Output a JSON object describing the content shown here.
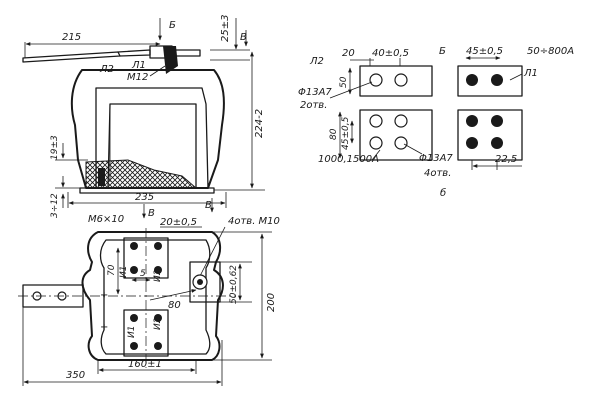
{
  "front": {
    "d215": "215",
    "sec_b": "Б",
    "d25": "25±3",
    "d_b": "В",
    "l2": "Л2",
    "l1": "Л1",
    "m12": "М12",
    "d224": "224-2",
    "d19": "19±3",
    "d3": "3÷12",
    "d235": "235"
  },
  "plan": {
    "sec_b_left": "В",
    "sec_b_right": "В",
    "d_m6": "М6×10",
    "d20": "20±0,5",
    "d_holes": "4отв. М10",
    "d70": "70",
    "d5": "5",
    "d50": "50±0,62",
    "d80": "80",
    "d200": "200",
    "d350": "350",
    "d160": "160±1",
    "i1": "И1",
    "i2": "И2"
  },
  "detail": {
    "l2": "Л2",
    "d20": "20",
    "d40": "40±0,5",
    "sec": "Б",
    "d45": "45±0,5",
    "rating_top": "50÷800А",
    "l1": "Л1",
    "d50": "50",
    "phi_top": "Φ13А7",
    "holes2": "2отв.",
    "d80": "80",
    "d45b": "45±0,5",
    "rating_bot": "1000,1500А",
    "phi_bot": "Φ13А7",
    "holes4": "4отв.",
    "d225": "22,5",
    "caption": "б"
  }
}
